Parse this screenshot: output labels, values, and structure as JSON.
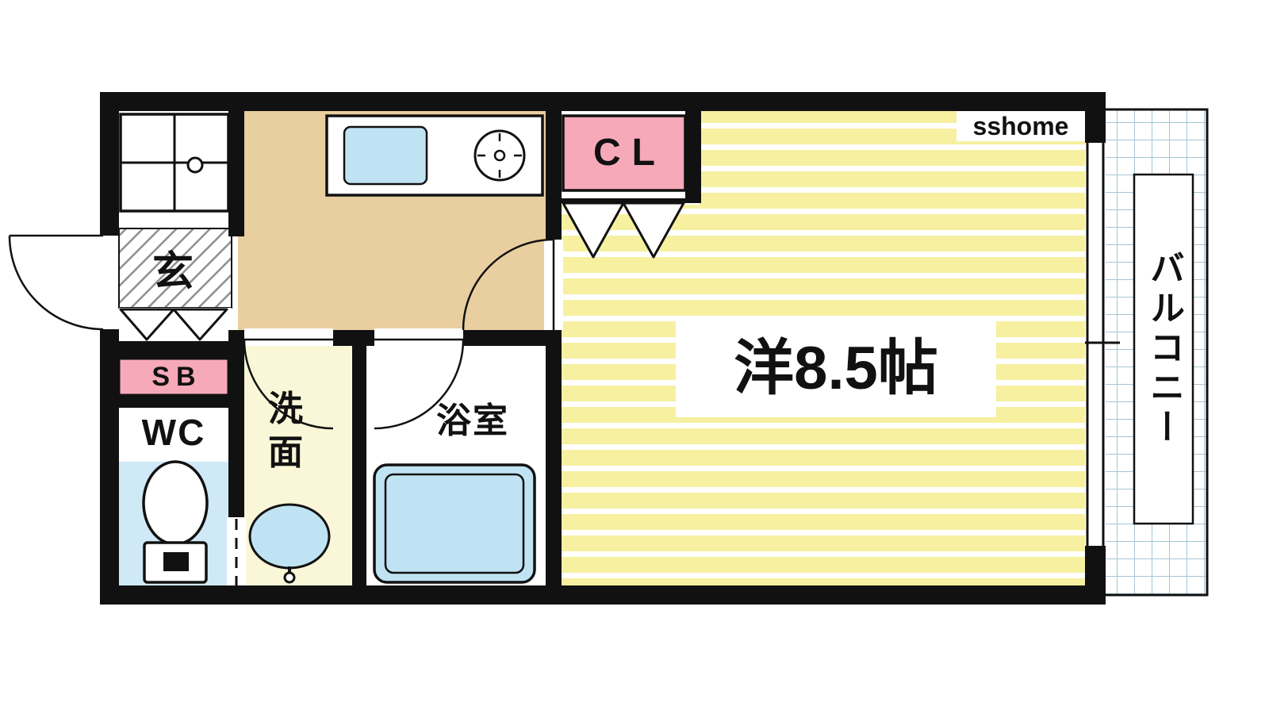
{
  "watermark": "sshome",
  "labels": {
    "entrance": "玄",
    "shoe_box": "SB",
    "toilet": "WC",
    "washroom": "洗面",
    "bathroom": "浴室",
    "closet": "CL",
    "main_room": "洋8.5帖",
    "balcony": "バルコニー"
  },
  "colors": {
    "wall": "#111111",
    "room_yellow": "#f6f0a0",
    "kitchen_tan": "#e9cf9f",
    "washroom_cream": "#faf6d8",
    "accent_pink": "#f6a9b8",
    "water_blue": "#bfe3f2",
    "wc_floor_blue": "#cfe9f7",
    "balcony_grid": "#a5c6d6"
  }
}
